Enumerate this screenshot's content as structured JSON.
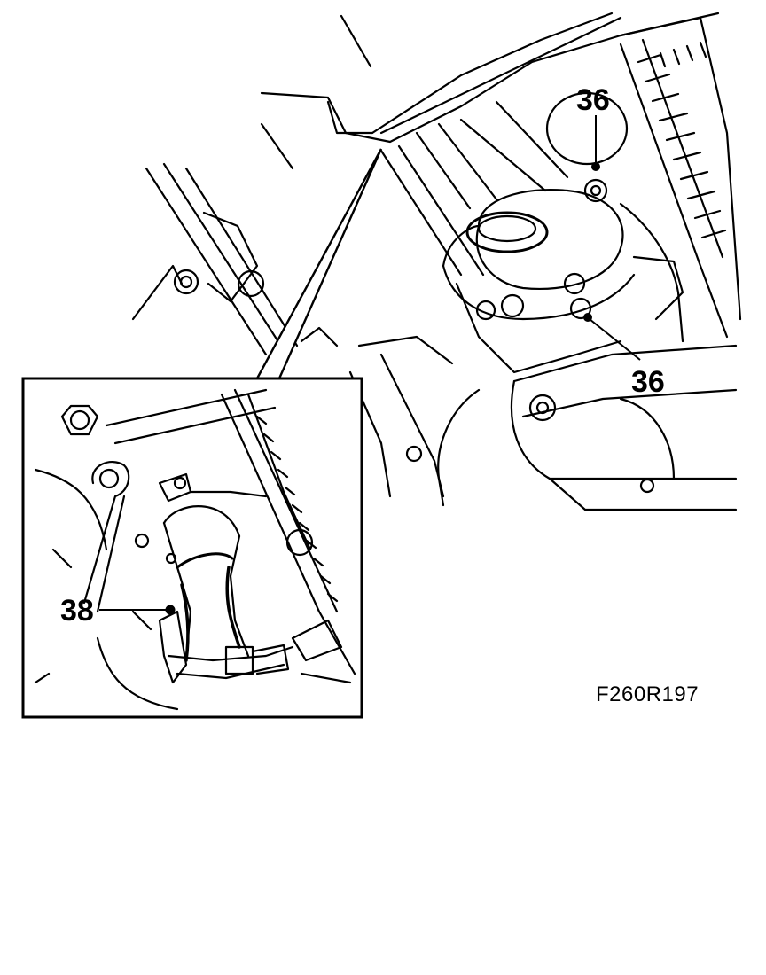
{
  "figure": {
    "reference_code": "F260R197",
    "callouts": {
      "top_bolt": "36",
      "lower_bolt": "36",
      "inset_part": "38"
    }
  },
  "colors": {
    "ink": "#000000",
    "paper": "#ffffff",
    "hatch": "#d8d8d8"
  }
}
